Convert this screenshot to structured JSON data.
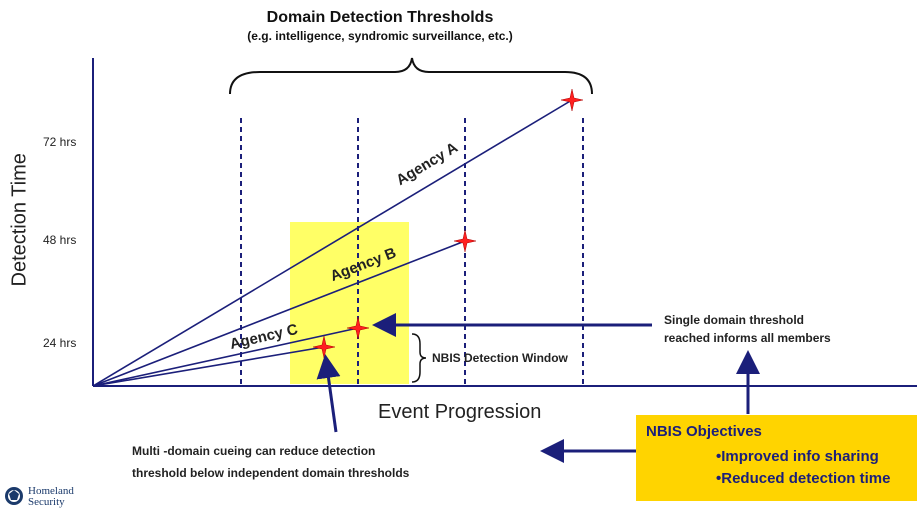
{
  "title": {
    "main": "Domain Detection Thresholds",
    "sub": "(e.g. intelligence, syndromic surveillance, etc.)"
  },
  "axes": {
    "y_label": "Detection Time",
    "x_label": "Event Progression",
    "y_ticks": [
      "72 hrs",
      "48 hrs",
      "24 hrs"
    ]
  },
  "agencies": [
    {
      "label": "Agency A"
    },
    {
      "label": "Agency B"
    },
    {
      "label": "Agency C"
    }
  ],
  "window_label": "NBIS Detection Window",
  "notes": {
    "single_domain": [
      "Single domain threshold",
      "reached informs all members"
    ],
    "multi_domain": [
      "Multi -domain cueing can reduce detection",
      "threshold below independent domain thresholds"
    ]
  },
  "objectives": {
    "heading": "NBIS Objectives",
    "items": [
      "•Improved info sharing",
      "•Reduced detection time"
    ]
  },
  "logo": {
    "line1": "Homeland",
    "line2": "Security"
  },
  "colors": {
    "axis": "#1b1f7a",
    "window_fill": "#ffff66",
    "star": "#ff2020",
    "objectives_fill": "#ffd400",
    "objectives_text": "#1b1f7a"
  }
}
